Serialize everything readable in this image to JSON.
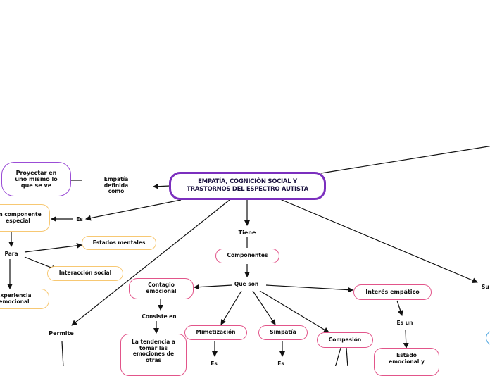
{
  "main_node": "EMPATÍA, COGNICIÓN SOCIAL Y TRASTORNOS DEL ESPECTRO AUTISTA",
  "left_branch": {
    "definida_label": "Empatía definida como",
    "proyectar": "Proyectar en uno mismo lo que se ve",
    "es_label": "Es",
    "componente_especial": "Un componente especial",
    "para_label": "Para",
    "estados_mentales": "Estados mentales",
    "interaccion_social": "Interacción social",
    "experiencia_emocional": "Experiencia emocional",
    "permite_label": "Permite"
  },
  "center_branch": {
    "tiene_label": "Tiene",
    "componentes": "Componentes",
    "que_son_label": "Que son",
    "contagio_emocional": "Contagio emocional",
    "consiste_en_label": "Consiste en",
    "tendencia": "La tendencia a tomar las emociones de otras",
    "mimetizacion": "Mimetización",
    "mimetizacion_es": "Es",
    "simpatia": "Simpatía",
    "simpatia_es": "Es",
    "compasion": "Compasión",
    "interes_empatico": "Interés empático",
    "es_un_label": "Es un",
    "estado_emocional": "Estado emocional y"
  },
  "right_branch": {
    "su_label": "Su"
  }
}
